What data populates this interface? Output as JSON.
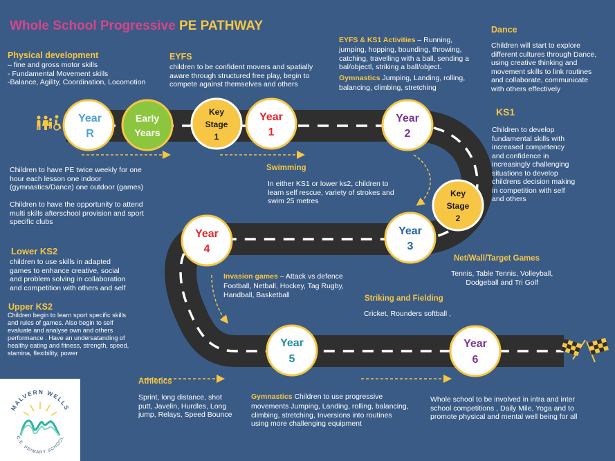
{
  "title": {
    "part1": "Whole School Progressive",
    "part2": "PE PATHWAY"
  },
  "colors": {
    "background": "#3a5b86",
    "road": "#2f2f2f",
    "heading": "#f7c644",
    "title_pink": "#d6458b",
    "early_years": "#8cc63f",
    "key_stage": "#f7c644",
    "year_blue": "#4d9fd8",
    "year_red": "#e3262b",
    "year_purple": "#7a3597",
    "year_teal": "#1f8da0",
    "year_navy": "#2563a8"
  },
  "sections": {
    "physical": {
      "heading": "Physical development",
      "body": "– fine and gross motor skills\n- Fundamental Movement skills\n-Balance, Agility, Coordination, Locomotion"
    },
    "eyfs": {
      "heading": "EYFS",
      "body": "children  to be confident movers and spatially\naware through structured free play, begin to\ncompete against themselves and others"
    },
    "eyfs_ks1": {
      "heading": "EYFS  & KS1  Activities",
      "intro": " – Running,",
      "body": "jumping, hopping, bounding, throwing,\ncatching, travelling with a ball, sending a\nbal/objectl, striking a ball/object.",
      "gym_heading": "Gymnastics",
      "gym_intro": "   Jumping, Landing, rolling,",
      "gym_body": "balancing, climbing, stretching"
    },
    "dance": {
      "heading": "Dance",
      "body": "Children will start to explore\ndifferent cultures through Dance,\nusing creative thinking and\nmovement skills to link routines\nand collaborate, communicate\nwith others effectively"
    },
    "ks1": {
      "heading": "KS1",
      "body": "Children  to develop\nfundamental skills with\nincreased competency\nand confidence in\nincreasingly challenging\nsituations to develop\nchildrens decision making\nin competition with self\nand others"
    },
    "pe_twice": {
      "body": "Children to have PE twice weekly for one\nhour each lesson one indoor\n(gymnastics/Dance) one outdoor (games)\n\nChildren to have the opportunity to attend\nmulti skills  afterschool provision and sport\nspecific clubs"
    },
    "swimming": {
      "heading": "Swimming",
      "body": "In either KS1 or lower ks2, children to\nlearn self rescue, variety of strokes and\nswim 25 metres"
    },
    "lower_ks2": {
      "heading": "Lower KS2",
      "body": "children  to use skills  in adapted\ngames to enhance creative, social\nand problem solving  in collaboration\nand competition with others and self"
    },
    "net_wall": {
      "heading": "Net/Wall/Target Games",
      "body": "Tennis, Table Tennis, Volleyball,\nDodgeball and  Tri Golf"
    },
    "invasion": {
      "heading": "Invasion games",
      "intro": " – Attack vs defence",
      "body": "Football, Netball, Hockey, Tag Rugby,\nHandball,  Basketball"
    },
    "striking": {
      "heading": "Striking and Fielding",
      "body": "Cricket, Rounders softball ,"
    },
    "upper_ks2": {
      "heading": "Upper KS2",
      "body": "Children  begin to learn sport specific skills\nand rules of games.  Also begin to self\nevaluate and analyse own and others\nperformance . Have an undersatanding of\nhealthy eating and fitness, strength, speed,\nstamina, flexibility, power"
    },
    "athletics": {
      "heading": "Athletics",
      "body": "Sprint, long distance, shot\nputt, Javelin, Hurdles, Long\njump, Relays,  Speed Bounce"
    },
    "gymnastics2": {
      "heading": "Gymnastics",
      "intro": "   Children  to use progressive",
      "body": "movements Jumping, Landing, rolling, balancing,\nclimbing, stretching, Inversions into routines\nusing more challenging equipment"
    },
    "whole_school": {
      "body": "Whole school to be involved in intra and inter\nschool competitions , Daily Mile,  Yoga and to\npromote physical and mental well being for all"
    }
  },
  "stages": {
    "year_r": {
      "line1": "Year",
      "line2": "R"
    },
    "early_years": {
      "line1": "Early",
      "line2": "Years"
    },
    "key_stage_1": {
      "line1": "Key",
      "line2": "Stage",
      "line3": "1"
    },
    "year_1": {
      "line1": "Year",
      "line2": "1"
    },
    "year_2": {
      "line1": "Year",
      "line2": "2"
    },
    "key_stage_2": {
      "line1": "Key",
      "line2": "Stage",
      "line3": "2"
    },
    "year_3": {
      "line1": "Year",
      "line2": "3"
    },
    "year_4": {
      "line1": "Year",
      "line2": "4"
    },
    "year_5": {
      "line1": "Year",
      "line2": "5"
    },
    "year_6": {
      "line1": "Year",
      "line2": "6"
    }
  },
  "logo": {
    "top": "MALVERN WELLS",
    "bottom": "C.E. PRIMARY SCHOOL"
  },
  "icons": {
    "start": "accessibility-people-icon",
    "finish": "chequered-flags-icon"
  }
}
